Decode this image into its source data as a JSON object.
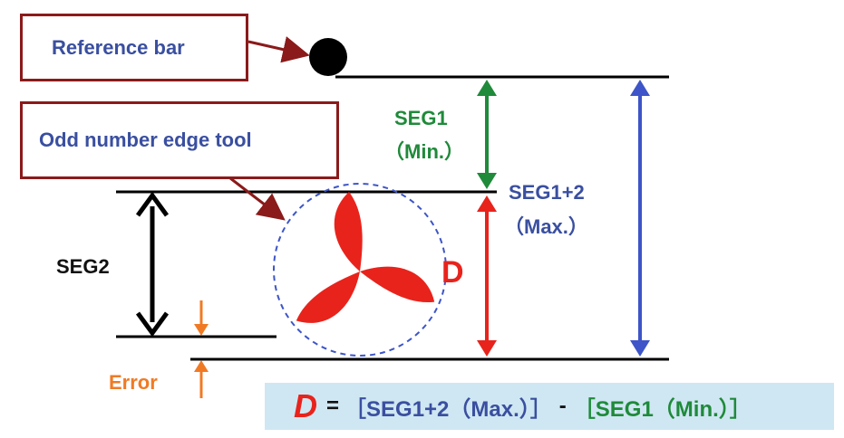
{
  "labels": {
    "reference_bar": "Reference bar",
    "odd_edge_tool": "Odd number edge tool",
    "seg1": "SEG1",
    "seg1_min": "（Min.）",
    "seg12": "SEG1+2",
    "seg12_max": "（Max.）",
    "seg2": "SEG2",
    "d": "D",
    "error": "Error"
  },
  "formula": {
    "d": "D",
    "eq": "=",
    "part1": "［SEG1+2（Max.）］",
    "dash": "-",
    "part2": "［SEG1（Min.）］"
  },
  "colors": {
    "box_border": "#8b1a1a",
    "label_blue": "#3a4fa0",
    "green": "#1f8a3a",
    "red": "#e8231c",
    "orange": "#f07a24",
    "formula_bg": "#cfe7f2"
  }
}
